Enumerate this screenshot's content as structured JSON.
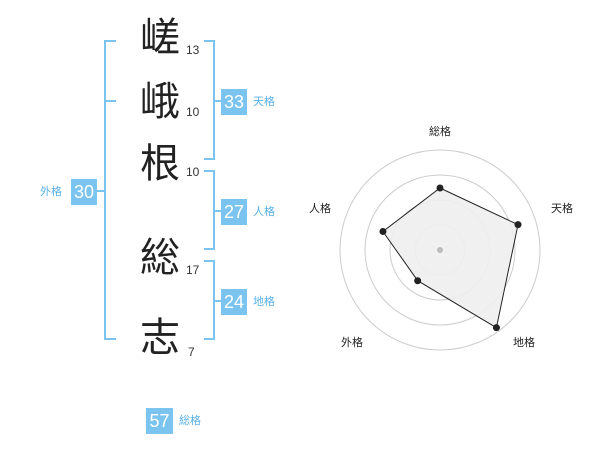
{
  "name_chars": [
    {
      "char": "嵯",
      "strokes": "13"
    },
    {
      "char": "峨",
      "strokes": "10"
    },
    {
      "char": "根",
      "strokes": "10"
    },
    {
      "char": "総",
      "strokes": "17"
    },
    {
      "char": "志",
      "strokes": "7"
    }
  ],
  "kakusu": {
    "tenkaku": {
      "value": "33",
      "label": "天格"
    },
    "jinkaku": {
      "value": "27",
      "label": "人格"
    },
    "chikaku": {
      "value": "24",
      "label": "地格"
    },
    "gaikaku": {
      "value": "30",
      "label": "外格"
    },
    "soukaku": {
      "value": "57",
      "label": "総格"
    }
  },
  "chart_data": {
    "type": "radar",
    "axes": [
      "総格",
      "天格",
      "地格",
      "外格",
      "人格"
    ],
    "values": [
      0.62,
      0.82,
      0.96,
      0.38,
      0.6
    ],
    "range": [
      0,
      1
    ],
    "rings": 4,
    "colors": {
      "fill": "#eeeeee",
      "stroke": "#222222",
      "grid": "#cccccc",
      "center": "#bbbbbb"
    }
  },
  "colors": {
    "accent": "#7ac4ef",
    "accent_text": "#58b1e8"
  }
}
